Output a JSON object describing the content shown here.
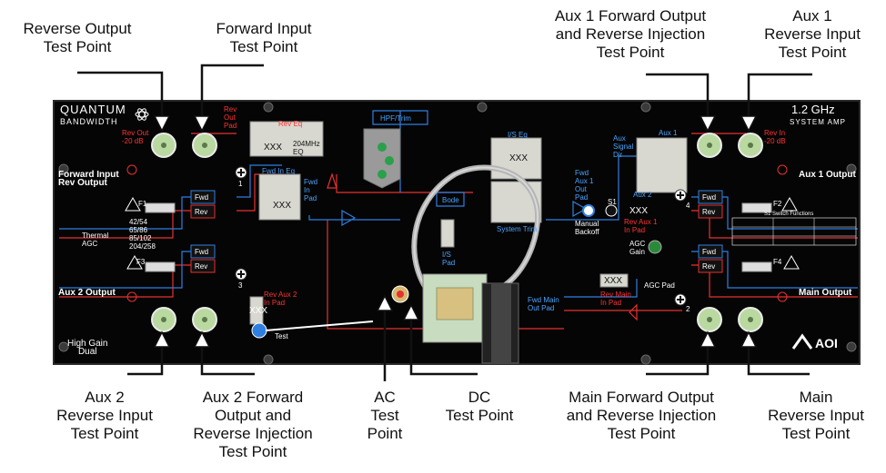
{
  "callouts": {
    "reverse_output": "Reverse Output\nTest Point",
    "forward_input": "Forward Input\nTest Point",
    "aux1_forward_output": "Aux 1 Forward Output\nand Reverse Injection\nTest Point",
    "aux1_reverse_input": "Aux 1\nReverse Input\nTest Point",
    "aux2_reverse_input": "Aux 2\nReverse Input\nTest Point",
    "aux2_forward_output": "Aux 2 Forward\nOutput and\nReverse Injection\nTest Point",
    "ac_test_point": "AC\nTest\nPoint",
    "dc_test_point": "DC\nTest Point",
    "main_forward_output": "Main Forward Output\nand Reverse Injection\nTest Point",
    "main_reverse_input": "Main\nReverse Input\nTest Point"
  },
  "panel": {
    "brand_top": "QUANTUM",
    "brand_bottom": "BANDWIDTH",
    "freq": "1.2 GHz",
    "system": "SYSTEM AMP",
    "logo": "AOI",
    "high_gain": "High Gain\nDual",
    "forward_input_rev_output": "Forward Input\nRev Output",
    "aux1_output": "Aux 1 Output",
    "aux2_output": "Aux 2 Output",
    "main_output": "Main Output",
    "rev_out_20db": "Rev Out\n-20 dB",
    "rev_in_20db": "Rev In\n-20 dB",
    "rev_out_pad": "Rev\nOut\nPad",
    "rev_eq": "Rev Eq",
    "eq_204": "204MHz\nEQ",
    "xxx": "XXX",
    "hpf_trim": "HPF/Trim",
    "is_eq": "I/S Eq",
    "fwd_in_eq": "Fwd In Eq",
    "fwd_in_pad": "Fwd\nIn\nPad",
    "bode": "Bode",
    "is_pad": "I/S\nPad",
    "system_trim": "System Trim",
    "fwd": "Fwd",
    "rev": "Rev",
    "f1": "F1",
    "f2": "F2",
    "f3": "F3",
    "f4": "F4",
    "splits": "42/54\n65/86\n85/102\n204/258",
    "thermal_agc": "Thermal\nAGC",
    "aux_signal_dir": "Aux\nSignal\nDir",
    "aux1": "Aux 1",
    "aux2": "Aux 2",
    "fwd_aux1_out_pad": "Fwd\nAux 1\nOut\nPad",
    "s1": "S1",
    "manual_backoff": "Manual\nBackoff",
    "rev_aux1_in_pad": "Rev Aux 1\nIn Pad",
    "agc_gain": "AGC\nGain",
    "agc_pad": "AGC Pad",
    "rev_aux2_in_pad": "Rev Aux 2\nIn Pad",
    "fwd_main_out_pad": "Fwd Main\nOut Pad",
    "rev_main_in_pad": "Rev Main\nIn Pad",
    "test": "Test",
    "s1_switch_functions": "S1 Switch Functions",
    "n1": "1",
    "n2": "2",
    "n3": "3",
    "n4": "4"
  },
  "colors": {
    "panel": "#050505",
    "red": "#ff3333",
    "blue": "#2f7fe0",
    "port_green": "#b9d9a0",
    "module": "#d8d8d0",
    "callout_line": "#111111"
  }
}
